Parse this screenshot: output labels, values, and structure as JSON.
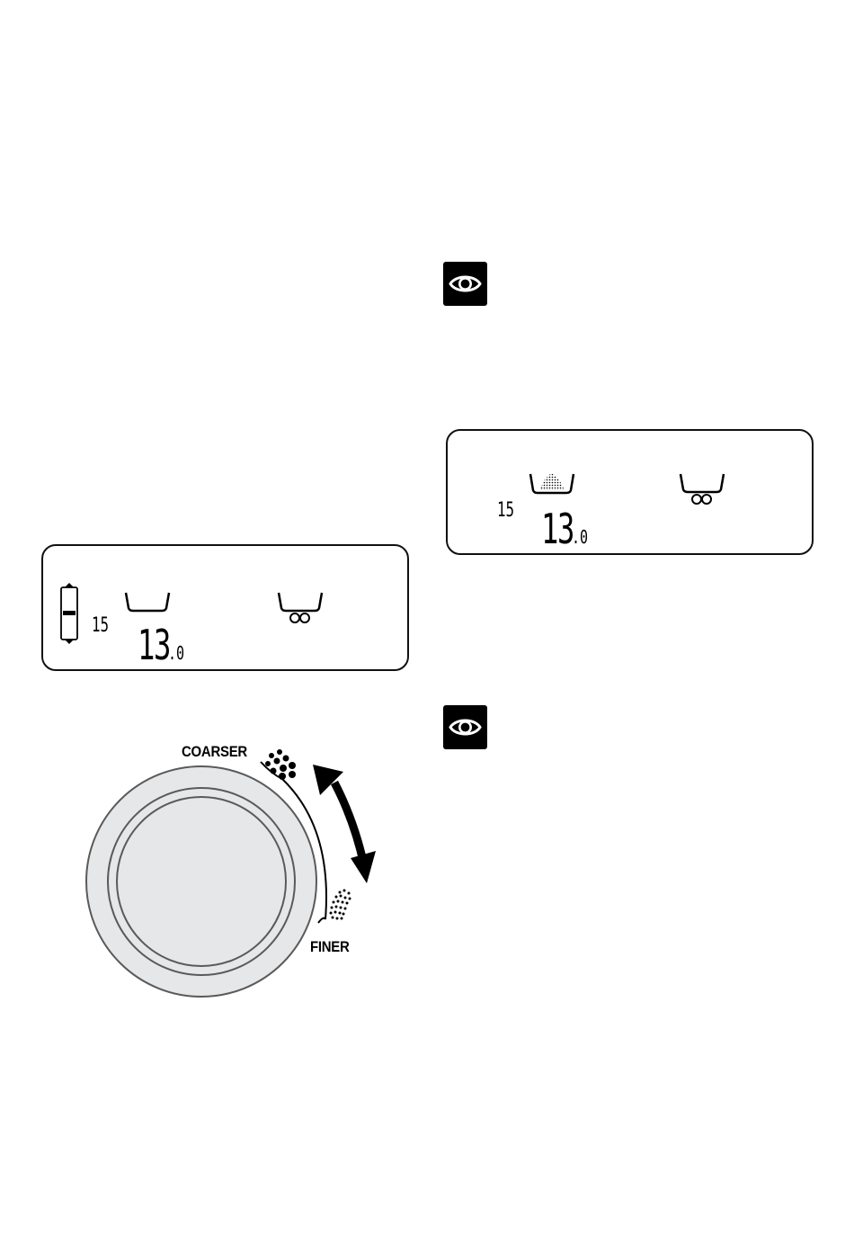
{
  "colors": {
    "dial_fill": "#e6e7e9",
    "dial_ring": "#5a5a5a",
    "ink": "#000000"
  },
  "eye_badges": [
    {
      "icon": "eye-icon"
    },
    {
      "icon": "eye-icon"
    }
  ],
  "lcd_left": {
    "shots": "15",
    "grind_size_whole": "13",
    "grind_size_decimal": ".0",
    "icons": [
      "adjust-bar-icon",
      "empty-basket-icon",
      "portafilter-basket-icon"
    ]
  },
  "lcd_right": {
    "shots": "15",
    "grind_size_whole": "13",
    "grind_size_decimal": ".0",
    "icons": [
      "filled-basket-icon",
      "portafilter-basket-icon"
    ]
  },
  "dial": {
    "coarser_label": "COARSER",
    "finer_label": "FINER",
    "icons": [
      "coarse-grounds-icon",
      "fine-grounds-icon",
      "double-arrow-icon"
    ]
  }
}
